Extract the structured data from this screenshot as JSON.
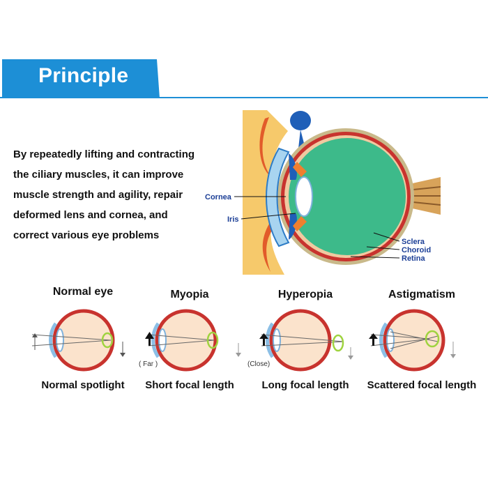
{
  "header": {
    "title": "Principle"
  },
  "description": {
    "lines": [
      "By repeatedly lifting and contracting",
      "the ciliary muscles, it can improve",
      "muscle strength and agility, repair",
      "deformed lens and cornea, and",
      "correct various eye problems"
    ]
  },
  "anatomy": {
    "labels": {
      "cornea": "Cornea",
      "iris": "Iris",
      "sclera": "Sclera",
      "choroid": "Choroid",
      "retina": "Retina"
    },
    "colors": {
      "label": "#1b3e96",
      "vitreous": "#3dba8a",
      "sclera": "#c9b98a",
      "choroid": "#c8332e"
    }
  },
  "conditions": [
    {
      "title": "Normal eye",
      "caption": "Normal spotlight",
      "tag": ""
    },
    {
      "title": "Myopia",
      "caption": "Short focal length",
      "tag": "( Far )"
    },
    {
      "title": "Hyperopia",
      "caption": "Long focal length",
      "tag": "(Close)"
    },
    {
      "title": "Astigmatism",
      "caption": "Scattered focal length",
      "tag": ""
    }
  ]
}
